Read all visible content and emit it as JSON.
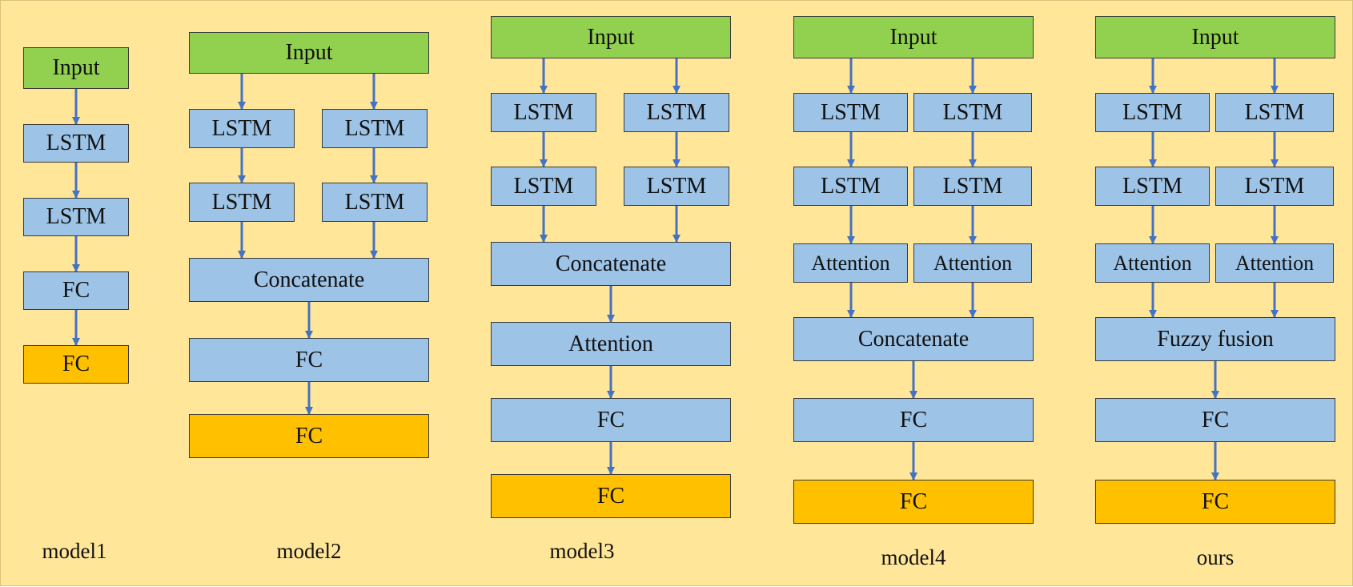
{
  "colors": {
    "background": "#ffe699",
    "input": "#92d050",
    "hidden": "#9dc3e6",
    "output": "#ffc000",
    "arrow": "#4472c4"
  },
  "model1": {
    "input": "Input",
    "lstm1": "LSTM",
    "lstm2": "LSTM",
    "fc1": "FC",
    "fc_out": "FC",
    "caption": "model1"
  },
  "model2": {
    "input": "Input",
    "lstm_l1": "LSTM",
    "lstm_r1": "LSTM",
    "lstm_l2": "LSTM",
    "lstm_r2": "LSTM",
    "concat": "Concatenate",
    "fc1": "FC",
    "fc_out": "FC",
    "caption": "model2"
  },
  "model3": {
    "input": "Input",
    "lstm_l1": "LSTM",
    "lstm_r1": "LSTM",
    "lstm_l2": "LSTM",
    "lstm_r2": "LSTM",
    "concat": "Concatenate",
    "attention": "Attention",
    "fc1": "FC",
    "fc_out": "FC",
    "caption": "model3"
  },
  "model4": {
    "input": "Input",
    "lstm_l1": "LSTM",
    "lstm_r1": "LSTM",
    "lstm_l2": "LSTM",
    "lstm_r2": "LSTM",
    "att_l": "Attention",
    "att_r": "Attention",
    "concat": "Concatenate",
    "fc1": "FC",
    "fc_out": "FC",
    "caption": "model4"
  },
  "ours": {
    "input": "Input",
    "lstm_l1": "LSTM",
    "lstm_r1": "LSTM",
    "lstm_l2": "LSTM",
    "lstm_r2": "LSTM",
    "att_l": "Attention",
    "att_r": "Attention",
    "fusion": "Fuzzy fusion",
    "fc1": "FC",
    "fc_out": "FC",
    "caption": "ours"
  }
}
